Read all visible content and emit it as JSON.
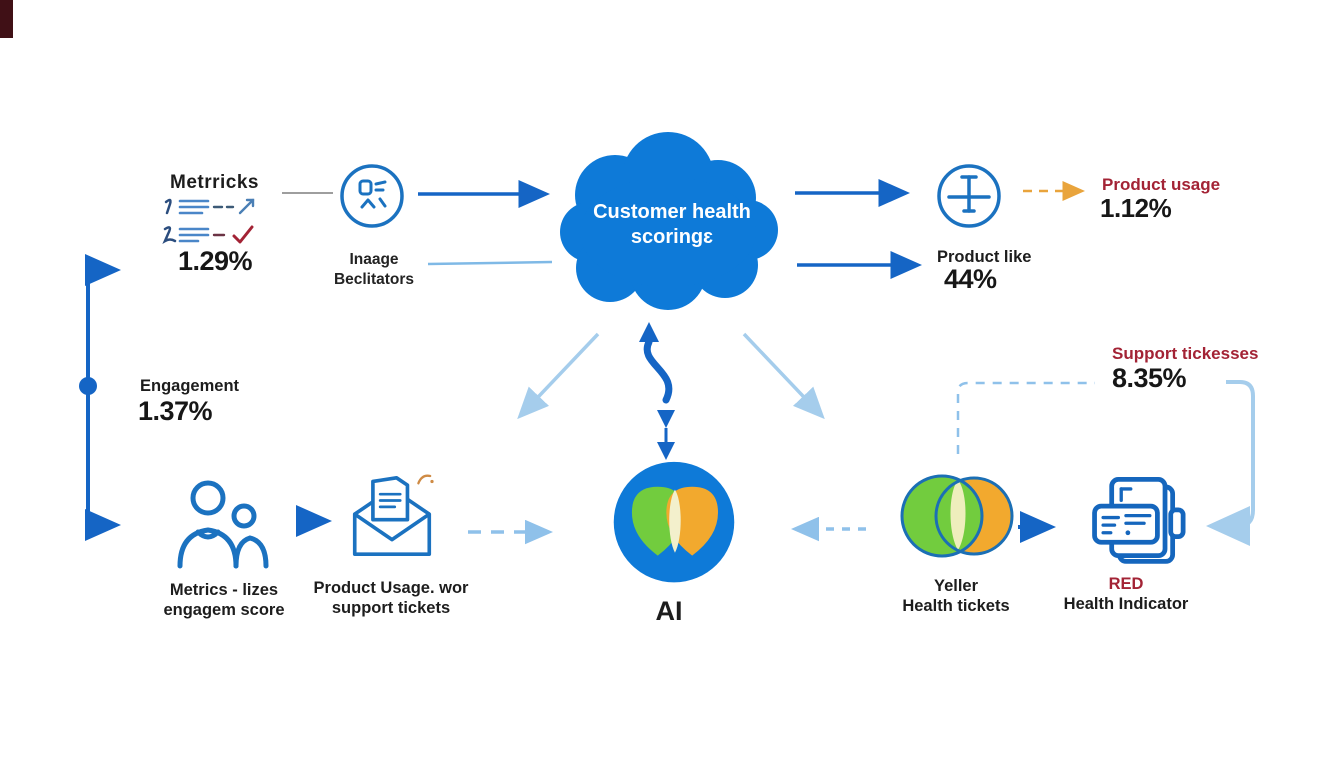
{
  "cloud": {
    "title_line1": "Customer health",
    "title_line2": "scoringɛ"
  },
  "metrics": {
    "title": "Metrricks",
    "value": "1.29%"
  },
  "indicators": {
    "label_line1": "Inaage",
    "label_line2": "Beclitators"
  },
  "product_usage": {
    "label": "Product usage",
    "value": "1.12%"
  },
  "product_like": {
    "label": "Product like",
    "value": "44%"
  },
  "engagement": {
    "label": "Engagement",
    "value": "1.37%"
  },
  "support_tickets": {
    "label": "Support tickesses",
    "value": "8.35%"
  },
  "customer_node": {
    "label_line1": "Metrics - lizes",
    "label_line2": "engagem score"
  },
  "envelope_node": {
    "label_line1": "Product Usage. wor",
    "label_line2": "support tickets"
  },
  "ai_node": {
    "label": "AI"
  },
  "yellow_health_node": {
    "label_line1": "Yeller",
    "label_line2": "Health tickets"
  },
  "red_health_node": {
    "label_line1": "RED",
    "label_line2": "Health Indicator"
  },
  "icons": {
    "indicators": "report-indicators-icon",
    "tool": "product-tool-icon",
    "customers": "people-icon",
    "mail": "open-envelope-icon",
    "ai": "ai-overlap-pins-icon",
    "yellow_health": "overlapping-circles-icon",
    "red_health": "documents-icon"
  },
  "colors": {
    "primary_blue": "#1565c5",
    "cloud_blue": "#0e7ad8",
    "light_blue": "#a5cdec",
    "dashed_blue": "#7fb9e6",
    "green": "#72cc3e",
    "orange": "#f2a92e",
    "orange_arrow": "#e9a43c",
    "overlap_pale": "#eeeebc",
    "dark_red": "#a32335",
    "gray": "#9e9e9e"
  }
}
